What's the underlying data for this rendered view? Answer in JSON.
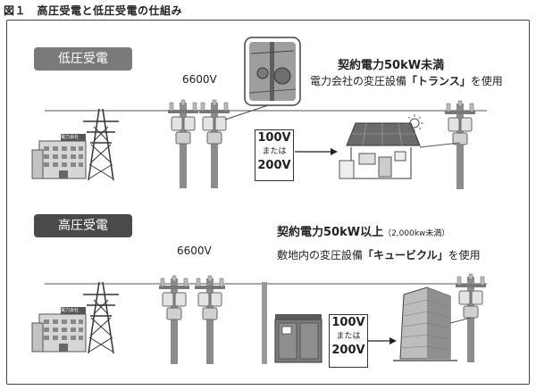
{
  "figure_title": "図１　高圧受電と低圧受電の仕組み",
  "low_voltage": {
    "badge": "低圧受電",
    "line_voltage": "6600V",
    "contract_text": "契約電力50kW未満",
    "equipment_text_pre": "電力会社の変圧設備",
    "equipment_name": "「トランス」",
    "equipment_text_post": "を使用",
    "box_top": "100V",
    "box_mid": "または",
    "box_bottom": "200V",
    "company_sign": "電力会社"
  },
  "high_voltage": {
    "badge": "高圧受電",
    "line_voltage": "6600V",
    "contract_text": "契約電力50kW以上",
    "contract_note": "（2,000kw未満）",
    "equipment_text_pre": "敷地内の変圧設備",
    "equipment_name": "「キュービクル」",
    "equipment_text_post": "を使用",
    "box_top": "100V",
    "box_mid": "または",
    "box_bottom": "200V",
    "company_sign": "電力会社"
  }
}
